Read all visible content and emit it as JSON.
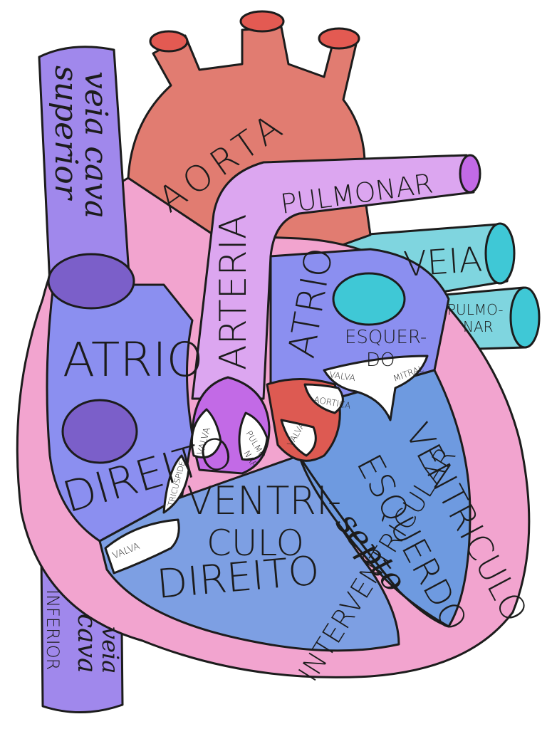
{
  "labels": {
    "veia_cava_superior_1": "veia cava",
    "veia_cava_superior_2": "superior",
    "aorta": "AORTA",
    "pulmonar_artery": "PULMONAR",
    "arteria": "ARTERIA",
    "veia": "VEIA",
    "pulmo": "PULMO-",
    "nar": "NAR",
    "atrio_direito_1": "ATRIO",
    "atrio_direito_2": "DIREITO",
    "atrio_esquerdo_1": "ATRIO",
    "esquer": "ESQUER-",
    "do": "DO",
    "valva_mitral_1": "VALVA",
    "valva_mitral_2": "MITRAL",
    "valva_aortica_1": "VALVA",
    "valva_aortica_2": "AORTICA",
    "valva_pulmonar_1": "VALVA",
    "valva_pulmonar_2": "PULMO",
    "valva_pulmonar_3": "NAR",
    "valva_tricuspide_1": "VALVA",
    "valva_tricuspide_2": "TRICUSPIDE",
    "ventriculo_direito_1": "VENTRI-",
    "ventriculo_direito_2": "CULO",
    "ventriculo_direito_3": "DIREITO",
    "ventriculo_esquerdo_1": "VENTRICULO",
    "ventriculo_esquerdo_2": "ESQUERDO",
    "septo": "septo",
    "interventricular": "INTERVENTRICULAR",
    "veia_cava_inferior_1": "veia",
    "veia_cava_inferior_2": "cava",
    "veia_cava_inferior_3": "INFERIOR"
  },
  "colors": {
    "outline": "#1c1c1c",
    "aorta": "#e17c71",
    "aorta_cap": "#e35a52",
    "pulmonary_artery": "#dca6f0",
    "pulmonary_valve": "#c26ae6",
    "vena_cava": "#a088ec",
    "vena_cava_opening": "#7b5fc9",
    "right_chambers": "#8b8ff0",
    "left_chambers": "#6e9ae0",
    "heart_wall": "#f2a4cf",
    "pulmonary_vein": "#7fd5df",
    "pulmonary_vein_cap": "#3fc8d6",
    "aortic_valve": "#dd5a52",
    "valve_leaflet": "#ffffff"
  }
}
